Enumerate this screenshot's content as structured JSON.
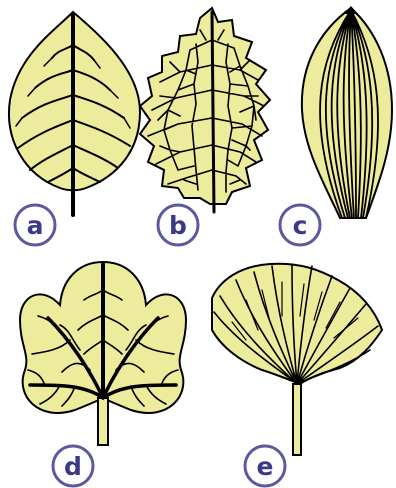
{
  "colors": {
    "leaf_fill": "#ecec9c",
    "vein": "#000000",
    "badge_ring": "#5c5a9c",
    "badge_text": "#3b3a86"
  },
  "leaves": [
    {
      "label": "a"
    },
    {
      "label": "b"
    },
    {
      "label": "c"
    },
    {
      "label": "d"
    },
    {
      "label": "e"
    }
  ]
}
